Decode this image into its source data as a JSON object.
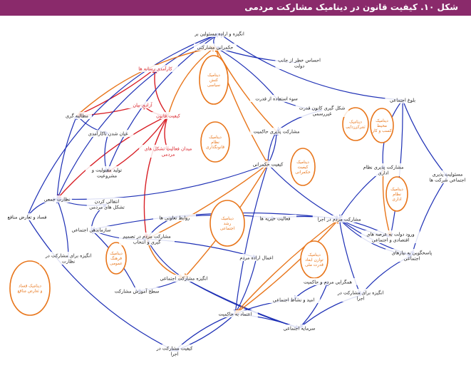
{
  "title": "شکل ۱۰. کیفیت قانون در دینامیک مشارکت مردمی",
  "colors": {
    "header": "#8a2a6b",
    "blue_link": "#1d2fb5",
    "orange_link": "#e8751a",
    "red_link": "#d81f26",
    "dark_text": "#1a1a1a"
  },
  "nodes": [
    {
      "id": "n1",
      "lines": [
        "انگیزه و اراده مسئولین بر"
      ]
    },
    {
      "id": "n2",
      "lines": [
        "حکمرانی مشارکتی"
      ]
    },
    {
      "id": "n3",
      "lines": [
        "احساس خطر از جانب",
        "دولت"
      ]
    },
    {
      "id": "n4",
      "lines": [
        "سوء استفاده از قدرت"
      ]
    },
    {
      "id": "n5",
      "lines": [
        "شکل گیری کانون قدرت",
        "غیررسمی"
      ]
    },
    {
      "id": "n6",
      "lines": [
        "بلوغ اجتماعی"
      ]
    },
    {
      "id": "n7",
      "lines": [
        "کارآمدی رسانه ها"
      ],
      "color": "red"
    },
    {
      "id": "n8",
      "lines": [
        "آزادی بیان"
      ],
      "color": "red"
    },
    {
      "id": "n9",
      "lines": [
        "مطالبه گری"
      ]
    },
    {
      "id": "n10",
      "lines": [
        "کیفیت قانون"
      ],
      "color": "red"
    },
    {
      "id": "n11",
      "lines": [
        "میدان فعالیت تشکل های",
        "مردمی"
      ],
      "color": "red"
    },
    {
      "id": "n12",
      "lines": [
        "عیان شدن ناکارآمدی"
      ]
    },
    {
      "id": "n13",
      "lines": [
        "تولید مقبولیت و",
        "مشروعیت"
      ]
    },
    {
      "id": "n14",
      "lines": [
        "مشارکت پذیری حاکمیت"
      ]
    },
    {
      "id": "n15",
      "lines": [
        "کیفیت حکمرانی"
      ]
    },
    {
      "id": "n16",
      "lines": [
        "مشارکت پذیری نظام",
        "اداری"
      ]
    },
    {
      "id": "n17",
      "lines": [
        "مسئولیت پذیری",
        "اجتماعی شرکت ها"
      ]
    },
    {
      "id": "n18",
      "lines": [
        "نظارت جمعی"
      ]
    },
    {
      "id": "n19",
      "lines": [
        "انتقالی کردن",
        "تشکل های مردمی"
      ]
    },
    {
      "id": "n20",
      "lines": [
        "سازماندهی اجتماعی"
      ]
    },
    {
      "id": "n21",
      "lines": [
        "روابط تعاونی ها"
      ]
    },
    {
      "id": "n22",
      "lines": [
        "مشارکت مردم در تصمیم",
        "گیری و انتخاب"
      ]
    },
    {
      "id": "n23",
      "lines": [
        "فعالیت خیریه ها"
      ]
    },
    {
      "id": "n24",
      "lines": [
        "مشارکت مردم در اجرا"
      ]
    },
    {
      "id": "n25",
      "lines": [
        "ورود دولت به عرصه های",
        "اقتصادی و اجتماعی"
      ]
    },
    {
      "id": "n26",
      "lines": [
        "فساد و تعارض منافع"
      ]
    },
    {
      "id": "n27",
      "lines": [
        "انگیزه برای مشارکت در",
        "نظارت"
      ]
    },
    {
      "id": "n28",
      "lines": [
        "اعمال اراده مردم"
      ]
    },
    {
      "id": "n29",
      "lines": [
        "انگیزه مشارکت اجتماعی"
      ]
    },
    {
      "id": "n30",
      "lines": [
        "سطح آموزش مشارکت"
      ]
    },
    {
      "id": "n31",
      "lines": [
        "همگرایی مردم و حاکمیت"
      ]
    },
    {
      "id": "n32",
      "lines": [
        "امید و نشاط اجتماعی"
      ]
    },
    {
      "id": "n33",
      "lines": [
        "پاسخگویی به نیازهای",
        "اجتماعی"
      ]
    },
    {
      "id": "n34",
      "lines": [
        "انگیزه برای مشارکت در",
        "اجرا"
      ]
    },
    {
      "id": "n35",
      "lines": [
        "اعتماد به حاکمیت"
      ]
    },
    {
      "id": "n36",
      "lines": [
        "سرمایه اجتماعی"
      ]
    },
    {
      "id": "n37",
      "lines": [
        "کیفیت مشارکت در",
        "اجرا"
      ]
    }
  ],
  "loops": [
    {
      "id": "o1",
      "lines": [
        "دینامیک",
        "کنش",
        "سیاسی"
      ]
    },
    {
      "id": "o2",
      "lines": [
        "دینامیک",
        "نظام",
        "قانونگذاری"
      ]
    },
    {
      "id": "o3",
      "lines": [
        "دینامیک",
        "کیفیت",
        "حکمرانی"
      ]
    },
    {
      "id": "o4",
      "lines": [
        "دینامیک",
        "تمرکززدایی"
      ]
    },
    {
      "id": "o5",
      "lines": [
        "دینامیک",
        "محیط",
        "کسب و کار"
      ]
    },
    {
      "id": "o6",
      "lines": [
        "دینامیک",
        "رشد",
        "اجتماعی"
      ]
    },
    {
      "id": "o7",
      "lines": [
        "دینامیک",
        "نظام",
        "اداری"
      ]
    },
    {
      "id": "o8",
      "lines": [
        "دینامیک",
        "فرهنگ",
        "عمومی"
      ]
    },
    {
      "id": "o9",
      "lines": [
        "دینامیک",
        "توازن ابعاد",
        "قدرت ملی"
      ]
    },
    {
      "id": "o10",
      "lines": [
        "دینامیک فساد",
        "و تعارض منافع"
      ]
    }
  ]
}
